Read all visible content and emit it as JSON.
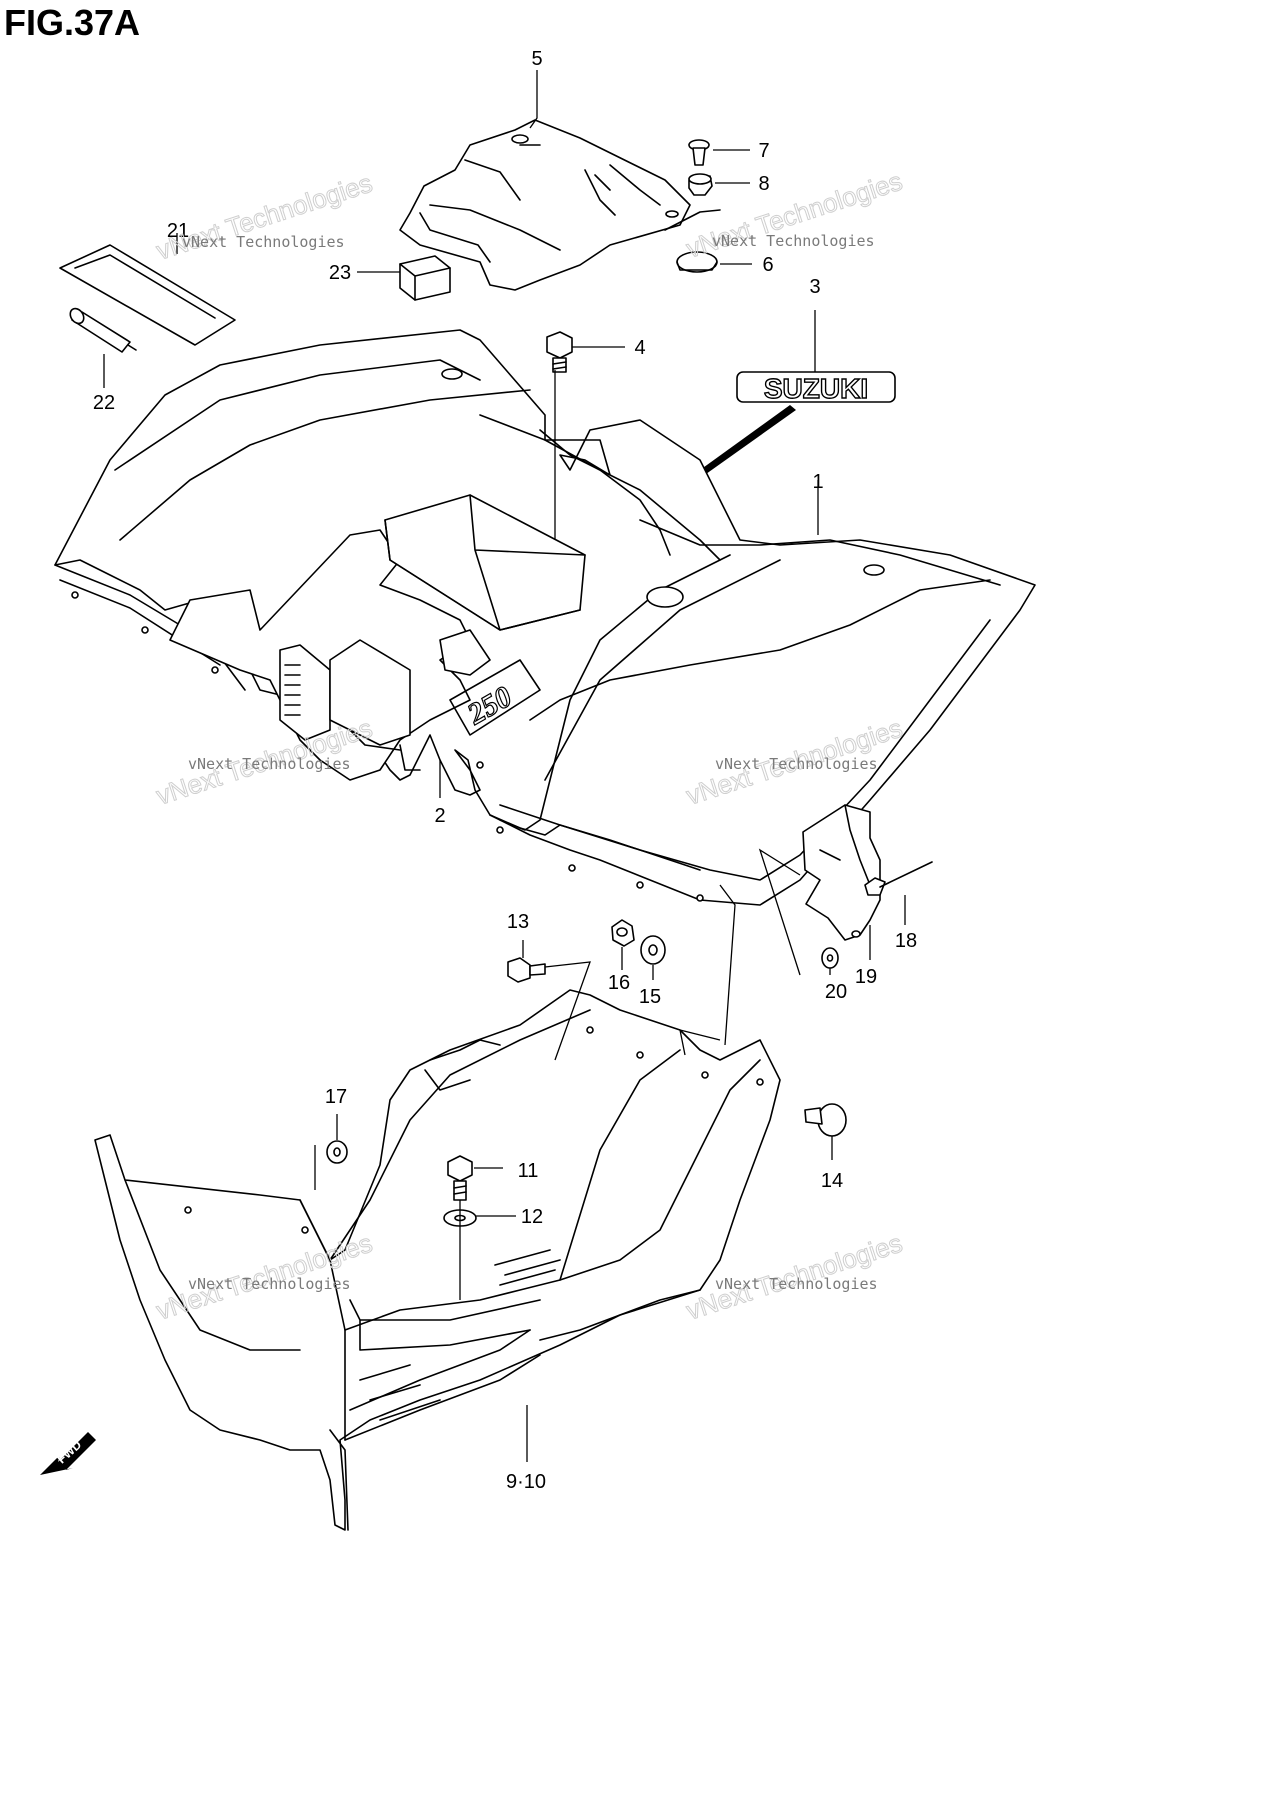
{
  "figure": {
    "title": "FIG.37A"
  },
  "watermark": {
    "company": "vNext Technologies",
    "stamp": "vNext Technologies"
  },
  "logo_text": "SUZUKI",
  "model_badge": "250",
  "direction_label": "FWD",
  "callouts": [
    {
      "id": "c1",
      "label": "1"
    },
    {
      "id": "c2",
      "label": "2"
    },
    {
      "id": "c3",
      "label": "3"
    },
    {
      "id": "c4",
      "label": "4"
    },
    {
      "id": "c5",
      "label": "5"
    },
    {
      "id": "c6",
      "label": "6"
    },
    {
      "id": "c7",
      "label": "7"
    },
    {
      "id": "c8",
      "label": "8"
    },
    {
      "id": "c9",
      "label": "9·10"
    },
    {
      "id": "c11",
      "label": "11"
    },
    {
      "id": "c12",
      "label": "12"
    },
    {
      "id": "c13",
      "label": "13"
    },
    {
      "id": "c14",
      "label": "14"
    },
    {
      "id": "c15",
      "label": "15"
    },
    {
      "id": "c16",
      "label": "16"
    },
    {
      "id": "c17",
      "label": "17"
    },
    {
      "id": "c18",
      "label": "18"
    },
    {
      "id": "c19",
      "label": "19"
    },
    {
      "id": "c20",
      "label": "20"
    },
    {
      "id": "c21",
      "label": "21"
    },
    {
      "id": "c22",
      "label": "22"
    },
    {
      "id": "c23",
      "label": "23"
    }
  ]
}
